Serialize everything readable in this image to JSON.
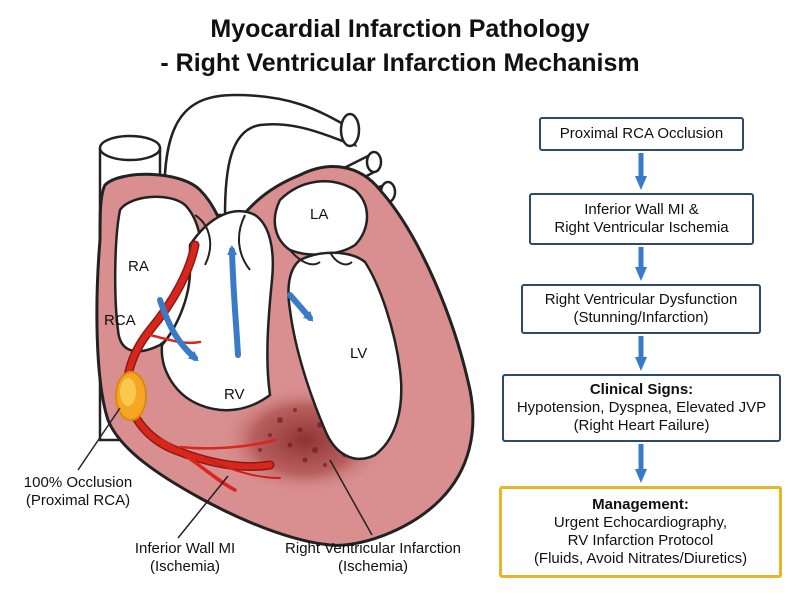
{
  "title": {
    "line1": "Myocardial Infarction Pathology",
    "line2": "- Right Ventricular Infarction Mechanism"
  },
  "heart": {
    "labels": {
      "ra": "RA",
      "rca": "RCA",
      "la": "LA",
      "rv": "RV",
      "lv": "LV"
    },
    "callouts": {
      "occlusion_line1": "100% Occlusion",
      "occlusion_line2": "(Proximal RCA)",
      "inferior_line1": "Inferior Wall MI",
      "inferior_line2": "(Ischemia)",
      "rvi_line1": "Right Ventricular Infarction",
      "rvi_line2": "(Ischemia)"
    },
    "colors": {
      "myocardium": "#d98f8f",
      "outline": "#222222",
      "rca": "#d9261c",
      "occlusion": "#f5a623",
      "flow_arrow": "#3a7bc8",
      "infarct": "#9c3a3a"
    }
  },
  "flowchart": {
    "steps": [
      {
        "lines": [
          "Proximal RCA Occlusion"
        ]
      },
      {
        "lines": [
          "Inferior Wall MI &",
          "Right Ventricular Ischemia"
        ]
      },
      {
        "lines": [
          "Right Ventricular Dysfunction",
          "(Stunning/Infarction)"
        ]
      },
      {
        "heading": "Clinical Signs:",
        "lines": [
          "Hypotension, Dyspnea, Elevated JVP",
          "(Right Heart Failure)"
        ]
      },
      {
        "heading": "Management:",
        "lines": [
          "Urgent Echocardiography,",
          "RV Infarction Protocol",
          "(Fluids, Avoid Nitrates/Diuretics)"
        ]
      }
    ],
    "colors": {
      "box_border": "#2e4a6a",
      "arrow": "#3a7bc8",
      "management_border": "#e8b42a"
    }
  }
}
